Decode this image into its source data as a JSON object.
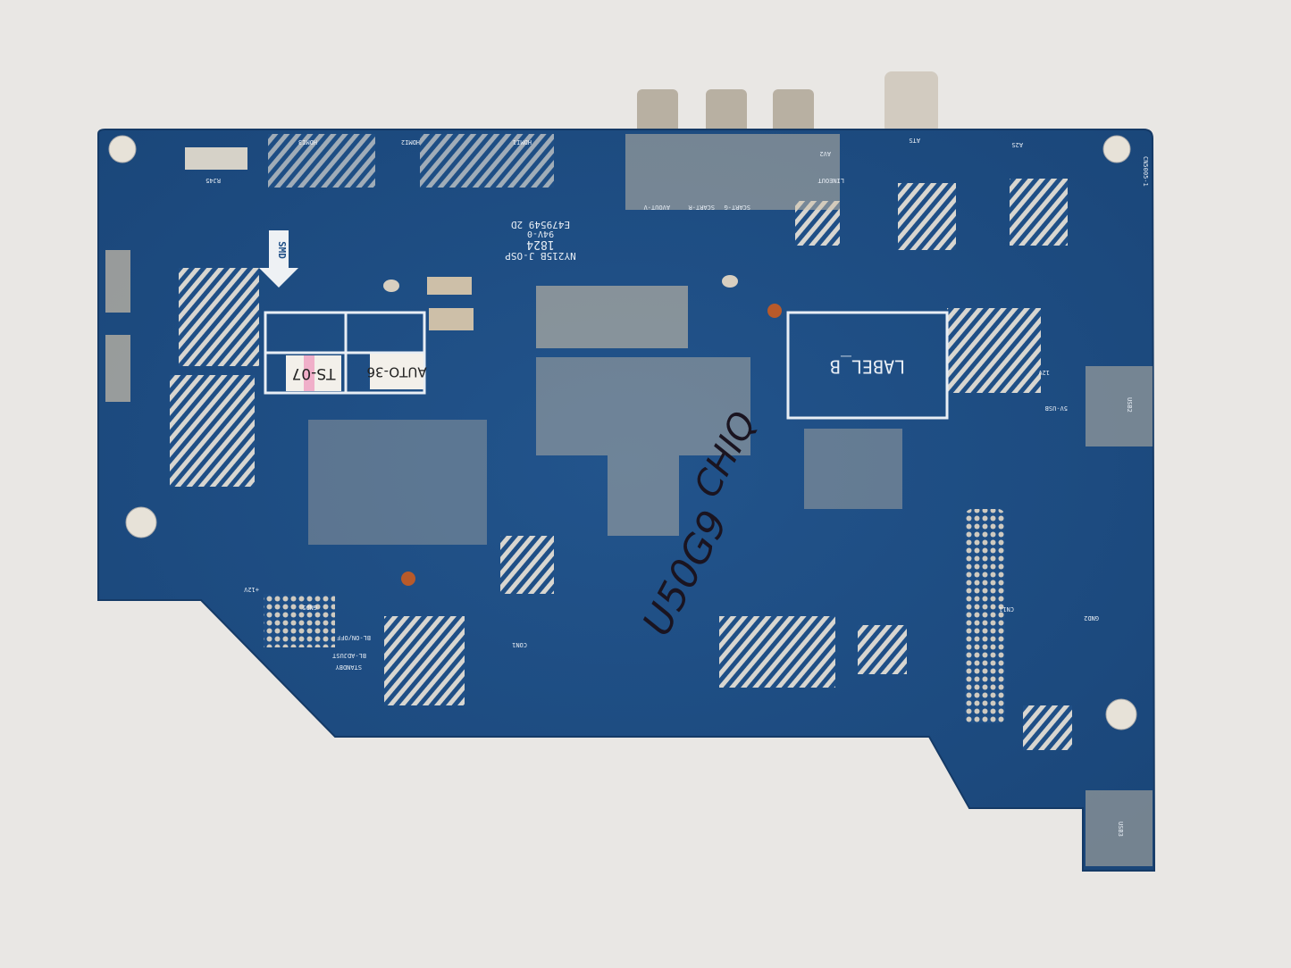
{
  "board": {
    "colors": {
      "pcb": "#1f4f86",
      "background": "#e9e7e4",
      "silkscreen": "#e8eef5",
      "pad": "#c9c3b8"
    },
    "arrow_label": "SMD",
    "label_area": "LABEL_B",
    "sticker_1": "TS-07",
    "sticker_2": "AUTO-36",
    "marking_1": "NY215B J-OSP",
    "marking_2": "1824",
    "marking_3": "94V-0",
    "marking_4": "E479549 2D",
    "handwriting_1": "CHIQ",
    "handwriting_2": "U50G9",
    "silk_labels": [
      "RJ45",
      "HDMI3",
      "HDMI2",
      "HDMI1",
      "AVOUT-V",
      "SCART-R",
      "SCART-G",
      "LINEOUT",
      "AV2",
      "ATS",
      "A2S",
      "CN5005-1",
      "USB2",
      "USB3",
      "CON1",
      "CN11",
      "+12V",
      "STANDBY",
      "BL-ADJUST",
      "BL-ON/OFF",
      "GND5",
      "GND2",
      "5V-USB",
      "12V"
    ]
  }
}
